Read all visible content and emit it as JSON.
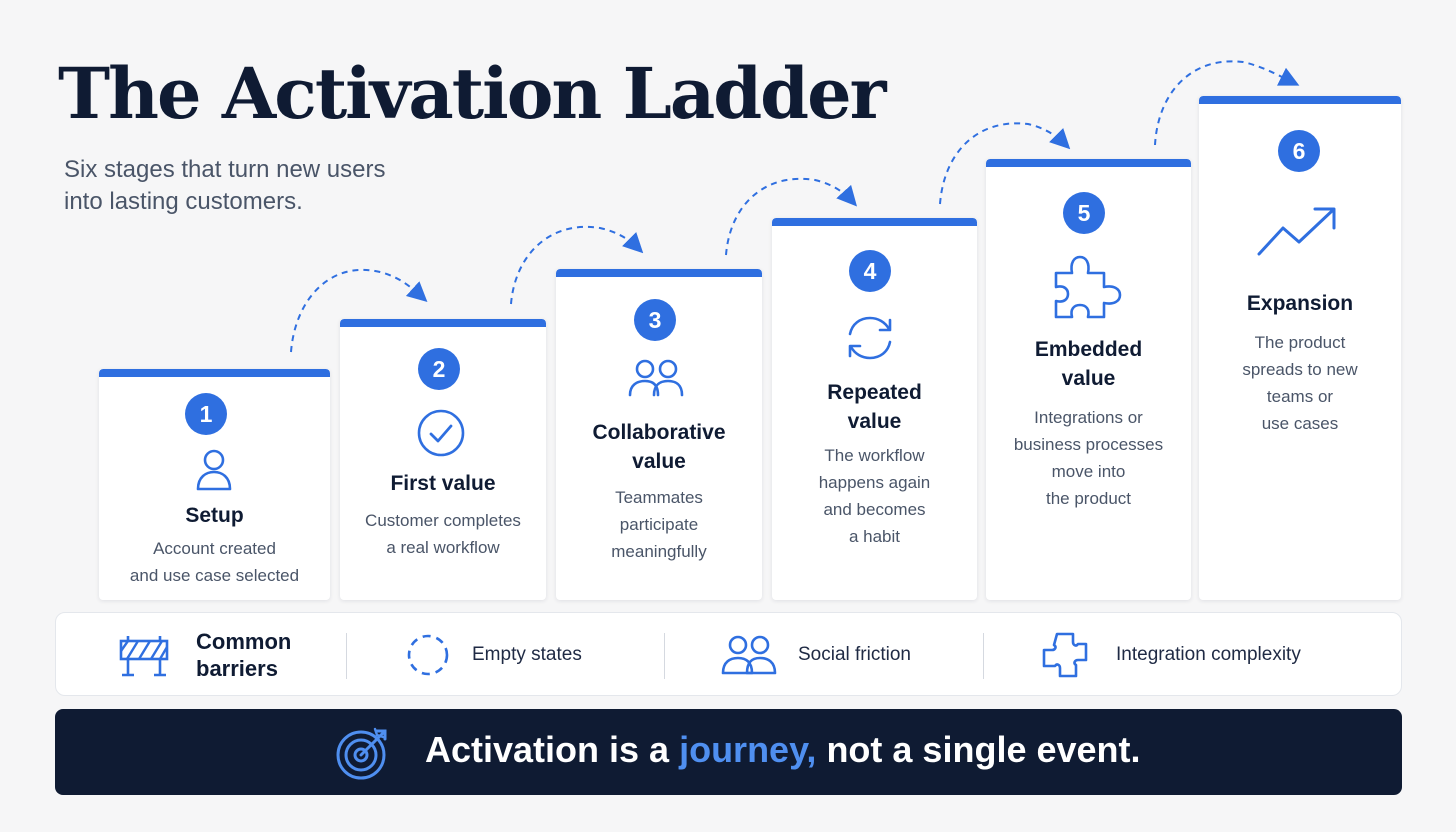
{
  "header": {
    "title": "The Activation Ladder",
    "subtitle_line1": "Six stages that turn new users",
    "subtitle_line2": "into lasting customers."
  },
  "colors": {
    "accent": "#2f6fe0",
    "dark": "#0f1b33",
    "highlight": "#4f8ff0"
  },
  "stages": [
    {
      "number": "1",
      "icon": "user-icon",
      "title_lines": [
        "Setup"
      ],
      "desc_lines": [
        "Account created",
        "and use case selected"
      ]
    },
    {
      "number": "2",
      "icon": "check-circle-icon",
      "title_lines": [
        "First value"
      ],
      "desc_lines": [
        "Customer completes",
        "a real workflow"
      ]
    },
    {
      "number": "3",
      "icon": "people-icon",
      "title_lines": [
        "Collaborative",
        "value"
      ],
      "desc_lines": [
        "Teammates",
        "participate",
        "meaningfully"
      ]
    },
    {
      "number": "4",
      "icon": "repeat-icon",
      "title_lines": [
        "Repeated",
        "value"
      ],
      "desc_lines": [
        "The workflow",
        "happens again",
        "and becomes",
        "a habit"
      ]
    },
    {
      "number": "5",
      "icon": "puzzle-icon",
      "title_lines": [
        "Embedded",
        "value"
      ],
      "desc_lines": [
        "Integrations or",
        "business processes",
        "move into",
        "the product"
      ]
    },
    {
      "number": "6",
      "icon": "trend-up-icon",
      "title_lines": [
        "Expansion"
      ],
      "desc_lines": [
        "The product",
        "spreads to new",
        "teams or",
        "use cases"
      ]
    }
  ],
  "barriers": {
    "heading_line1": "Common",
    "heading_line2": "barriers",
    "heading_icon": "roadblock-icon",
    "items": [
      {
        "label": "Empty states",
        "icon": "dashed-circle-icon"
      },
      {
        "label": "Social friction",
        "icon": "people-icon"
      },
      {
        "label": "Integration complexity",
        "icon": "puzzle-outline-icon"
      }
    ]
  },
  "footer": {
    "icon": "target-icon",
    "text_before": "Activation is a ",
    "text_highlight": "journey,",
    "text_after": " not a single event."
  }
}
